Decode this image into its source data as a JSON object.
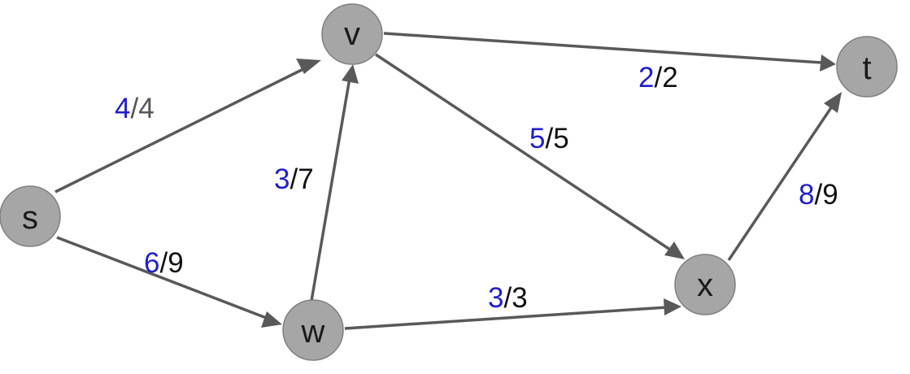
{
  "nodes": [
    {
      "id": "s",
      "label": "s"
    },
    {
      "id": "v",
      "label": "v"
    },
    {
      "id": "w",
      "label": "w"
    },
    {
      "id": "x",
      "label": "x"
    },
    {
      "id": "t",
      "label": "t"
    }
  ],
  "edges": [
    {
      "from": "s",
      "to": "v",
      "flow": "4",
      "sep": "/",
      "capacity": "4"
    },
    {
      "from": "s",
      "to": "w",
      "flow": "6",
      "sep": "/",
      "capacity": "9"
    },
    {
      "from": "w",
      "to": "v",
      "flow": "3",
      "sep": "/",
      "capacity": "7"
    },
    {
      "from": "v",
      "to": "t",
      "flow": "2",
      "sep": "/",
      "capacity": "2"
    },
    {
      "from": "v",
      "to": "x",
      "flow": "5",
      "sep": "/",
      "capacity": "5"
    },
    {
      "from": "w",
      "to": "x",
      "flow": "3",
      "sep": "/",
      "capacity": "3"
    },
    {
      "from": "x",
      "to": "t",
      "flow": "8",
      "sep": "/",
      "capacity": "9"
    }
  ],
  "colors": {
    "flow_text": "#1f1fcc",
    "capacity_text": "#111111",
    "edge": "#595959",
    "node_fill": "#a6a6a6"
  }
}
